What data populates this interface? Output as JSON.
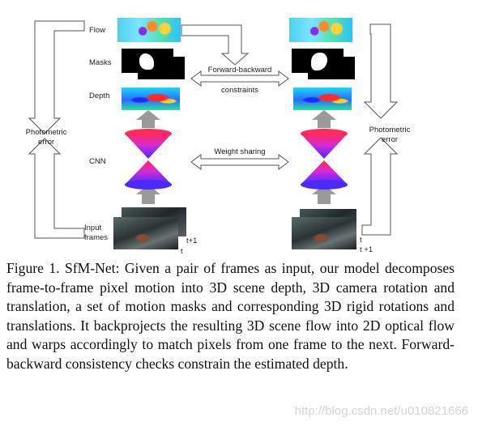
{
  "figure": {
    "row_labels": {
      "flow": "Flow",
      "masks": "Masks",
      "depth": "Depth",
      "cnn": "CNN",
      "input_line1": "Input",
      "input_line2": "frames"
    },
    "side_labels": {
      "left_line1": "Photometric",
      "left_line2": "error",
      "right_line1": "Photometric",
      "right_line2": "error"
    },
    "center_labels": {
      "forward_backward": "Forward-backward",
      "constraints": "constraints",
      "weight_sharing": "Weight sharing"
    },
    "frame_labels": {
      "left_t1": "t+1",
      "left_t": "t",
      "right_t": "t",
      "right_t1": "t +1"
    },
    "colors": {
      "arrow_fill": "#ffffff",
      "arrow_stroke": "#555555",
      "solid_arrow": "#999999",
      "cone_top": "#ff2a5a",
      "cone_bottom": "#5a2aff"
    }
  },
  "caption": {
    "text": "Figure 1. SfM-Net: Given a pair of frames as input, our model decomposes frame-to-frame pixel motion into 3D scene depth, 3D camera rotation and translation, a set of motion masks and corresponding 3D rigid rotations and translations.  It backprojects the resulting 3D scene flow into 2D optical flow and warps accordingly to match pixels from one frame to the next.  Forward-backward consistency checks constrain the estimated depth."
  },
  "watermark": "http://blog.csdn.net/u010821666"
}
